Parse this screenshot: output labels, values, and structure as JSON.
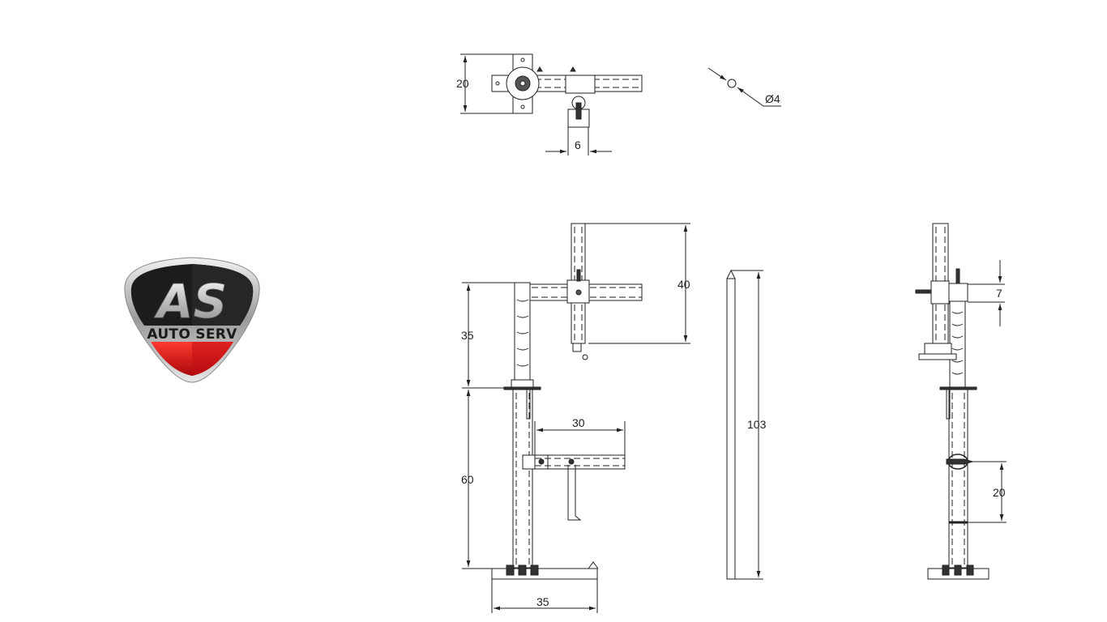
{
  "logo": {
    "monogram": "AS",
    "brand_name": "AUTO SERV",
    "colors": {
      "dark": "#1c1c1c",
      "silver": "#c8c8c8",
      "red": "#d8141a"
    }
  },
  "views": {
    "top_view": {
      "dimensions": {
        "height": "20",
        "width": "6"
      }
    },
    "pin_detail": {
      "diameter": "Ø4"
    },
    "front_view": {
      "dimensions": {
        "upper_column": "35",
        "arm_height": "40",
        "lower_column": "60",
        "side_arm": "30",
        "base_width": "35"
      }
    },
    "rod_view": {
      "dimensions": {
        "length": "103"
      }
    },
    "side_view": {
      "dimensions": {
        "clamp_height": "7",
        "pin_spacing": "20"
      }
    }
  },
  "colors": {
    "line": "#222222",
    "background": "#ffffff"
  }
}
